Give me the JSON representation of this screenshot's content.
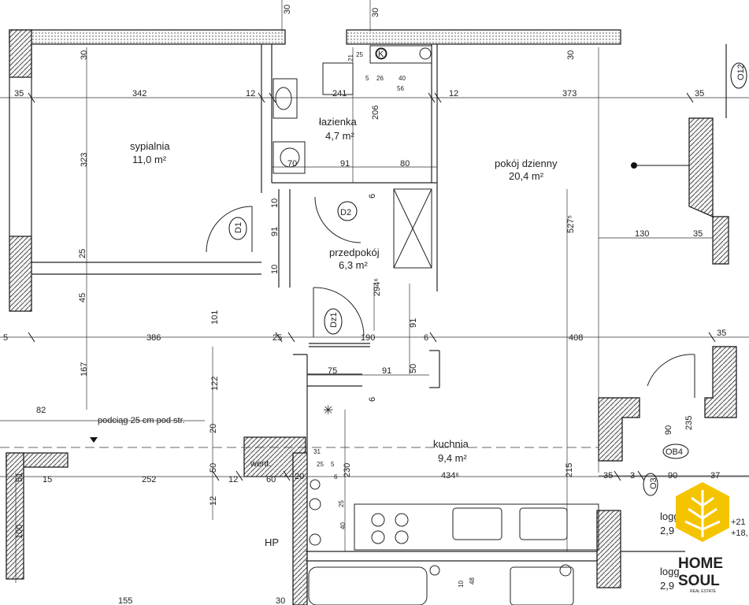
{
  "rooms": {
    "sypialnia": {
      "name": "sypialnia",
      "area": "11,0 m²"
    },
    "lazienka": {
      "name": "łazienka",
      "area": "4,7 m²"
    },
    "pokoj_dzienny": {
      "name": "pokój dzienny",
      "area": "20,4 m²"
    },
    "przedpokoj": {
      "name": "przedpokój",
      "area": "6,3 m²"
    },
    "kuchnia": {
      "name": "kuchnia",
      "area": "9,4 m²"
    },
    "loggia_1": {
      "name": "logg",
      "area": "2,9"
    },
    "loggia_2": {
      "name": "logg",
      "area": "2,9"
    }
  },
  "doors": {
    "d1": "D1",
    "d2": "D2",
    "dz1": "Dz1"
  },
  "labels": {
    "podciag": "podciąg 25 cm pod str.",
    "went": "went.",
    "hp": "HP",
    "ob4": "OB4",
    "o3": "O3",
    "k": "K",
    "o12": "O12",
    "level_1": "+21",
    "level_2": "+18,"
  },
  "dims": {
    "d_30a": "30",
    "d_30b": "30",
    "d_30c": "30",
    "d_30d": "30",
    "d_30e": "30",
    "d_35a": "35",
    "d_342": "342",
    "d_12a": "12",
    "d_241": "241",
    "d_12b": "12",
    "d_373": "373",
    "d_35b": "35",
    "d_323": "323",
    "d_206": "206",
    "d_70": "70",
    "d_91a": "91",
    "d_80": "80",
    "d_6a": "6",
    "d_10a": "10",
    "d_91b": "91",
    "d_10b": "10",
    "d_25a": "25",
    "d_45": "45",
    "d_101": "101",
    "d_5": "5",
    "d_386": "386",
    "d_25b": "25",
    "d_190": "190",
    "d_6b": "6",
    "d_408": "408",
    "d_35c": "35",
    "d_91c": "91",
    "d_75": "75",
    "d_91d": "91",
    "d_50a": "50",
    "d_167": "167",
    "d_122": "122",
    "d_82": "82",
    "d_6c": "6",
    "d_20a": "20",
    "d_527": "527⁵",
    "d_130": "130",
    "d_35d": "35",
    "d_294": "294⁶",
    "d_90a": "90",
    "d_235": "235",
    "d_15": "15",
    "d_252": "252",
    "d_12c": "12",
    "d_60": "60",
    "d_20b": "20",
    "d_50b": "50",
    "d_12d": "12",
    "d_230": "230",
    "d_4346": "434⁶",
    "d_215": "215",
    "d_35e": "35",
    "d_3": "3",
    "d_90b": "90",
    "d_37": "37",
    "d_100": "100",
    "d_51": "51",
    "d_155": "155",
    "t_21": "21",
    "t_25a": "25",
    "t_5": "5",
    "t_26": "26",
    "t_40": "40",
    "t_56": "56",
    "t_31": "31",
    "t_25b": "25",
    "t_5b": "5",
    "t_25c": "25",
    "t_6": "6",
    "t_40b": "40",
    "t_10": "10",
    "t_48": "48"
  },
  "logo": {
    "line1": "HOME",
    "line2": "SOUL",
    "sub": "REAL ESTATE",
    "color": "#f5c400"
  }
}
